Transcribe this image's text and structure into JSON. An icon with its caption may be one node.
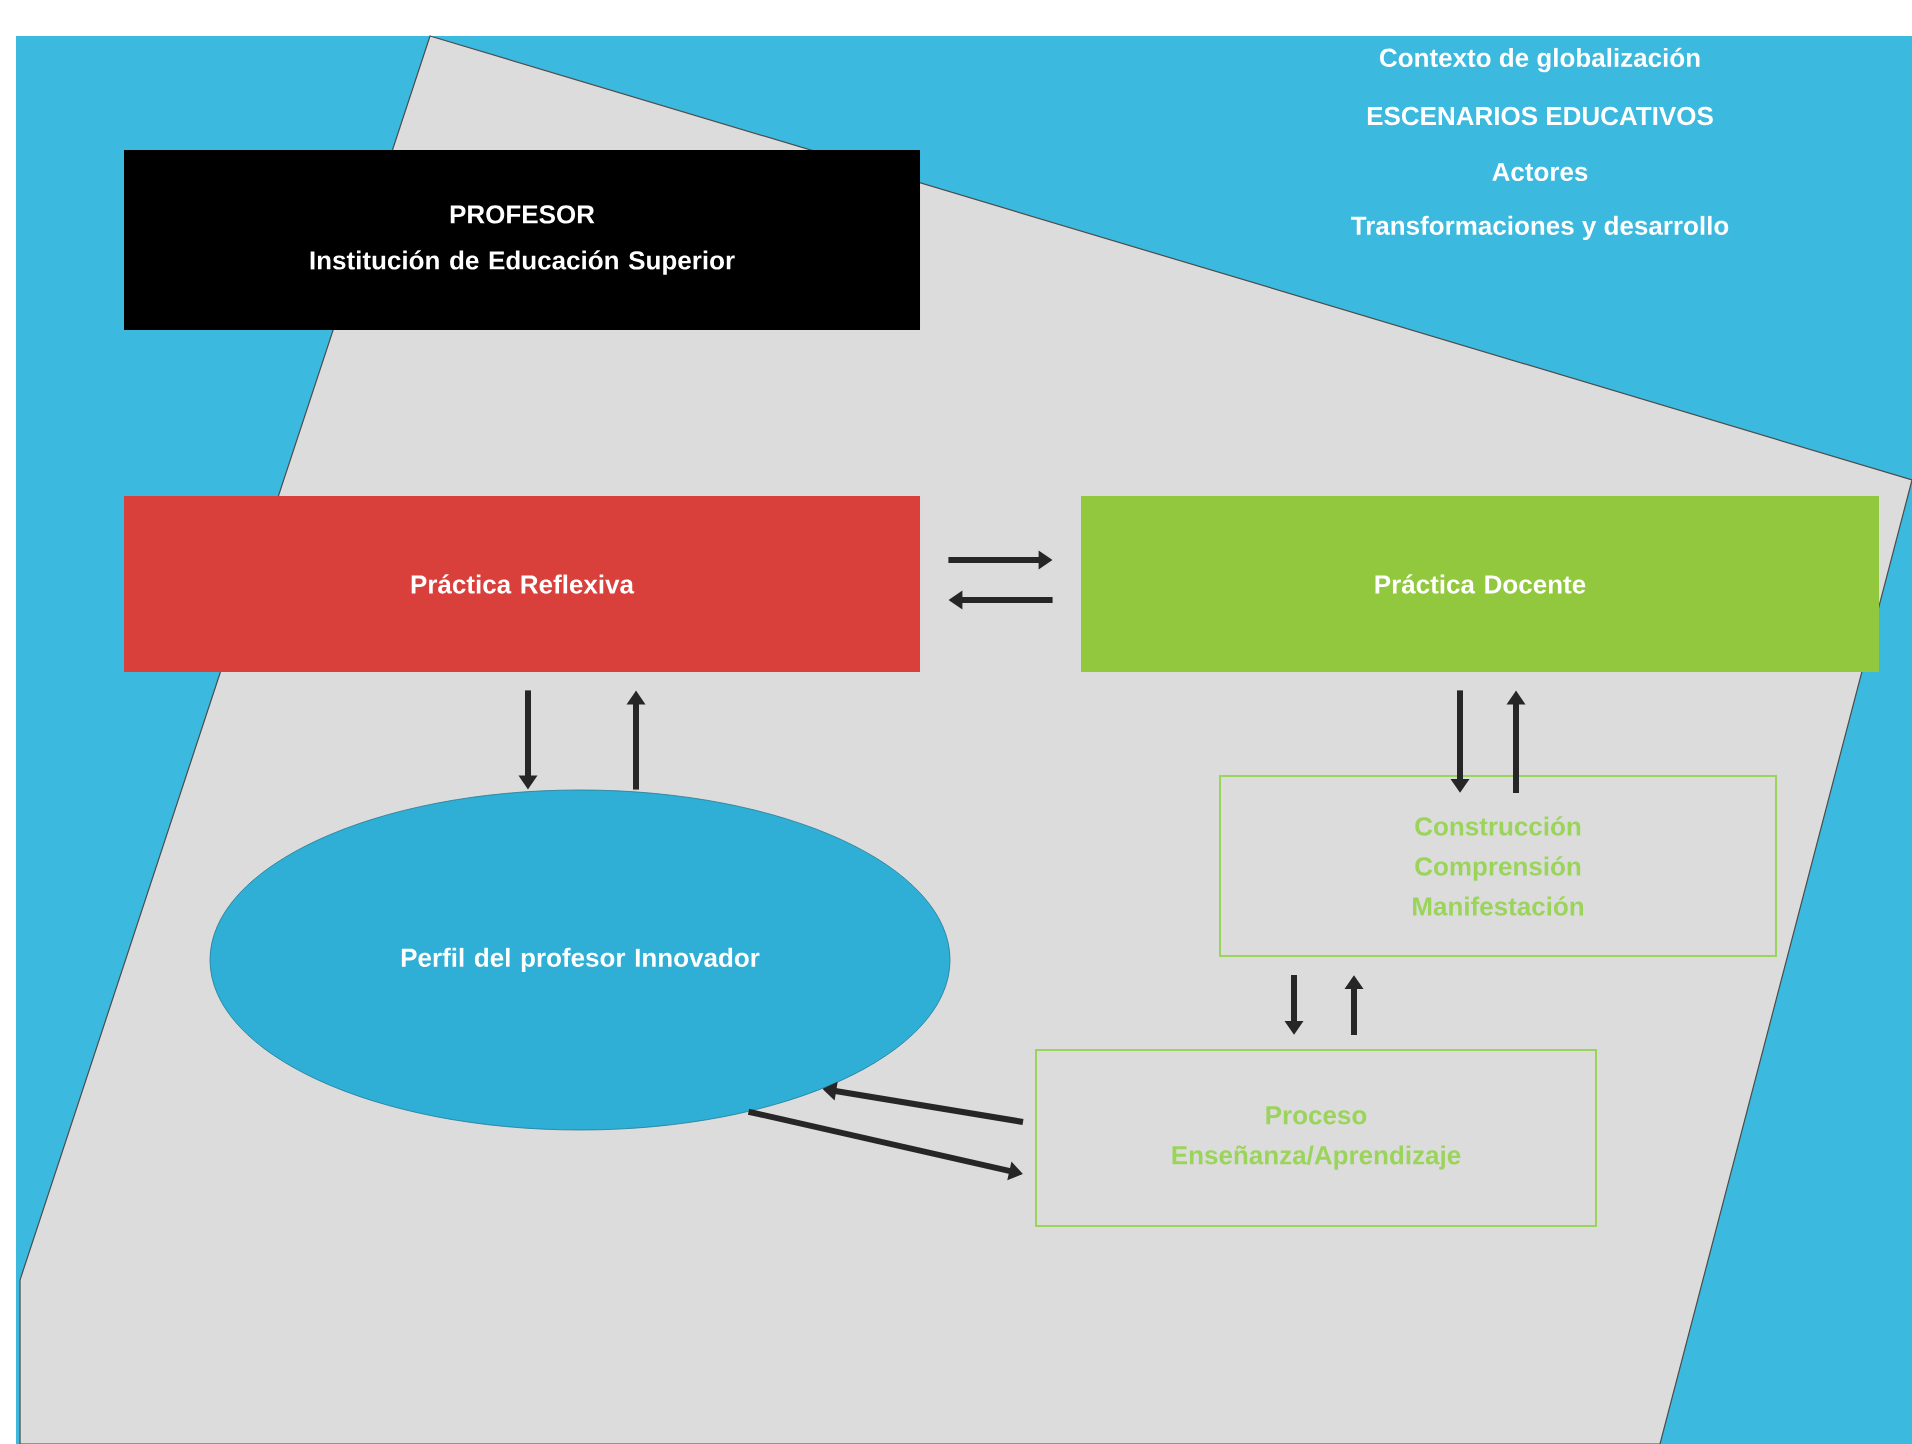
{
  "diagram": {
    "nodes": [
      {
        "text": [
          "PROFESOR",
          "Institución de Educación Superior"
        ]
      },
      {
        "text": [
          "Práctica Reflexiva"
        ]
      },
      {
        "text": [
          "Práctica Docente"
        ]
      },
      {
        "text": [
          "Perfil del profesor Innovador"
        ]
      },
      {
        "text": [
          "Construcción Comprensión Manifestación"
        ]
      },
      {
        "text": [
          "Proceso Enseñanza/Aprendizaje"
        ]
      }
    ],
    "edges": [
      {
        "from": 1,
        "to": 2,
        "arrow": "to"
      },
      {
        "from": 2,
        "to": 1,
        "arrow": "to"
      },
      {
        "from": 1,
        "to": 3,
        "arrow": "to"
      },
      {
        "from": 3,
        "to": 1,
        "arrow": "to"
      },
      {
        "from": 2,
        "to": 4,
        "arrow": "to"
      },
      {
        "from": 4,
        "to": 2,
        "arrow": "to"
      },
      {
        "from": 4,
        "to": 5,
        "arrow": "to"
      },
      {
        "from": 5,
        "to": 4,
        "arrow": "to"
      },
      {
        "from": 5,
        "to": 3,
        "arrow": "to"
      },
      {
        "from": 3,
        "to": 5,
        "arrow": "to"
      }
    ],
    "labels": [
      "Contexto de globalización",
      "ESCENARIOS EDUCATIVOS",
      "Actores",
      "Transformaciones y desarrollo"
    ]
  }
}
